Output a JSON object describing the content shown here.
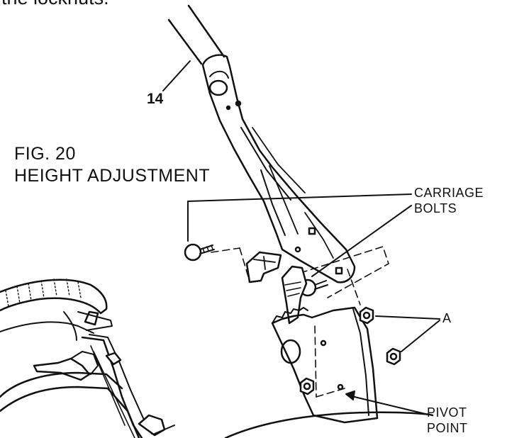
{
  "header": {
    "top_text": "the locknuts."
  },
  "figure": {
    "title": "FIG. 20",
    "subtitle": "HEIGHT ADJUSTMENT",
    "callouts": {
      "part_number": "14",
      "carriage_bolts_line1": "CARRIAGE",
      "carriage_bolts_line2": "BOLTS",
      "locknuts": "A",
      "pivot_point_line1": "PIVOT",
      "pivot_point_line2": "POINT"
    }
  },
  "colors": {
    "ink": "#111111",
    "paper": "#ffffff"
  }
}
